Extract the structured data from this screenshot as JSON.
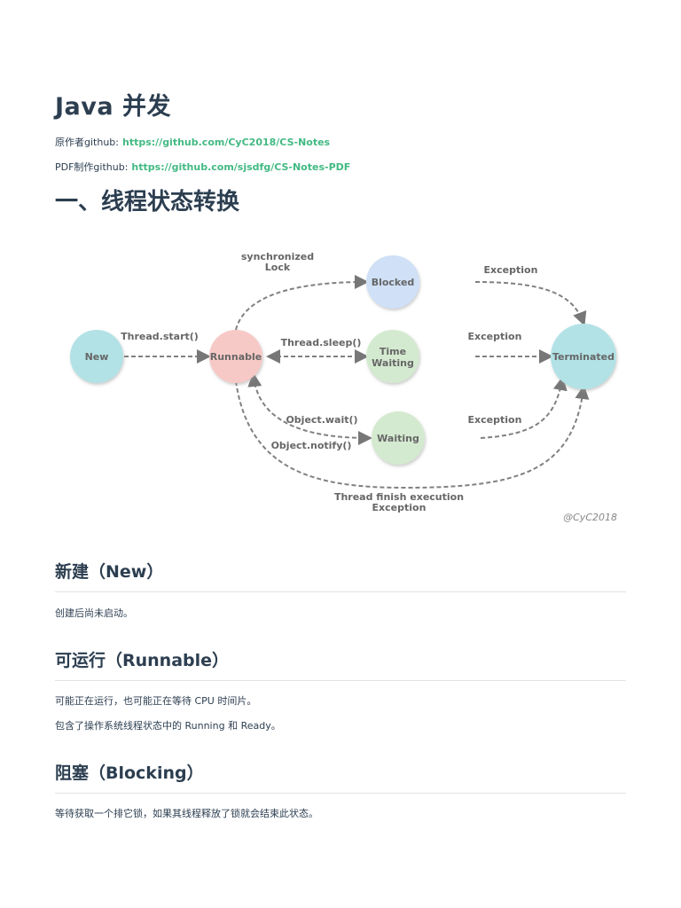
{
  "title": "Java 并发",
  "meta": {
    "origin_label": "原作者github:",
    "origin_link": "https://github.com/CyC2018/CS-Notes",
    "pdf_label": "PDF制作github:",
    "pdf_link": "https://github.com/sjsdfg/CS-Notes-PDF"
  },
  "section1_title": "一、线程状态转换",
  "diagram": {
    "nodes": {
      "new": "New",
      "runnable": "Runnable",
      "blocked": "Blocked",
      "time_waiting_1": "Time",
      "time_waiting_2": "Waiting",
      "waiting": "Waiting",
      "terminated": "Terminated"
    },
    "labels": {
      "sync_1": "synchronized",
      "sync_2": "Lock",
      "thread_start": "Thread.start()",
      "thread_sleep": "Thread.sleep()",
      "object_wait": "Object.wait()",
      "object_notify": "Object.notify()",
      "exception_blocked": "Exception",
      "exception_time": "Exception",
      "exception_waiting": "Exception",
      "finish_1": "Thread finish execution",
      "finish_2": "Exception"
    },
    "watermark": "@CyC2018",
    "colors": {
      "new": "#b2e2e6",
      "runnable": "#f7c9c6",
      "blocked": "#cfe0f7",
      "time_waiting": "#d4ead0",
      "waiting": "#d4ead0",
      "terminated": "#b2e2e6"
    }
  },
  "sections": [
    {
      "title": "新建（New）",
      "paragraphs": [
        "创建后尚未启动。"
      ]
    },
    {
      "title": "可运行（Runnable）",
      "paragraphs": [
        "可能正在运行，也可能正在等待 CPU 时间片。",
        "包含了操作系统线程状态中的 Running 和 Ready。"
      ]
    },
    {
      "title": "阻塞（Blocking）",
      "paragraphs": [
        "等待获取一个排它锁，如果其线程释放了锁就会结束此状态。"
      ]
    }
  ]
}
